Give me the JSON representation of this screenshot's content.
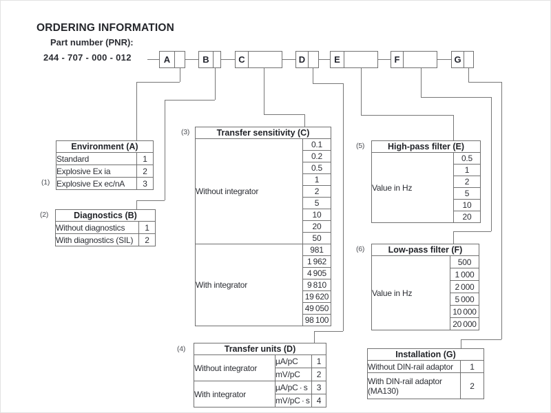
{
  "title": "ORDERING INFORMATION",
  "pnr": {
    "label": "Part number (PNR):",
    "value": "244 - 707 - 000 - 012"
  },
  "boxes": {
    "a": "A",
    "b": "B",
    "c": "C",
    "d": "D",
    "e": "E",
    "f": "F",
    "g": "G"
  },
  "environment": {
    "note": "(1)",
    "title": "Environment (A)",
    "rows": [
      {
        "label": "Standard",
        "code": "1"
      },
      {
        "label": "Explosive Ex ia",
        "code": "2"
      },
      {
        "label": "Explosive Ex ec/nA",
        "code": "3"
      }
    ]
  },
  "diagnostics": {
    "note": "(2)",
    "title": "Diagnostics (B)",
    "rows": [
      {
        "label": "Without diagnostics",
        "code": "1"
      },
      {
        "label": "With diagnostics (SIL)",
        "code": "2"
      }
    ]
  },
  "sensitivity": {
    "note": "(3)",
    "title": "Transfer sensitivity (C)",
    "without_label": "Without integrator",
    "without_values": [
      "0.1",
      "0.2",
      "0.5",
      "1",
      "2",
      "5",
      "10",
      "20",
      "50"
    ],
    "with_label": "With integrator",
    "with_values": [
      "981",
      "1 962",
      "4 905",
      "9 810",
      "19 620",
      "49 050",
      "98 100"
    ]
  },
  "units": {
    "note": "(4)",
    "title": "Transfer units (D)",
    "without_label": "Without integrator",
    "with_label": "With integrator",
    "rows": [
      {
        "unit": "µA/pC",
        "code": "1"
      },
      {
        "unit": "mV/pC",
        "code": "2"
      },
      {
        "unit": "µA/pC · s",
        "code": "3"
      },
      {
        "unit": "mV/pC · s",
        "code": "4"
      }
    ]
  },
  "highpass": {
    "note": "(5)",
    "title": "High-pass filter (E)",
    "label": "Value in Hz",
    "values": [
      "0.5",
      "1",
      "2",
      "5",
      "10",
      "20"
    ]
  },
  "lowpass": {
    "note": "(6)",
    "title": "Low-pass filter (F)",
    "label": "Value in Hz",
    "values": [
      "500",
      "1 000",
      "2 000",
      "5 000",
      "10 000",
      "20 000"
    ]
  },
  "installation": {
    "title": "Installation (G)",
    "rows": [
      {
        "label": "Without DIN-rail adaptor",
        "code": "1"
      },
      {
        "label": "With DIN-rail adaptor (MA130)",
        "code": "2"
      }
    ]
  }
}
